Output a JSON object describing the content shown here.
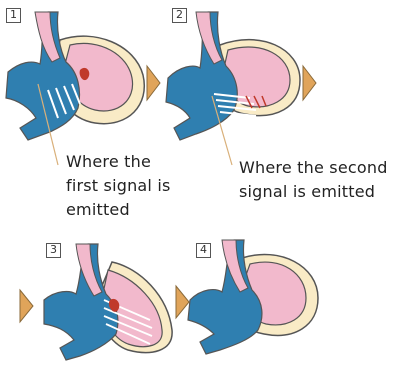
{
  "steps": [
    {
      "number": "1"
    },
    {
      "number": "2"
    },
    {
      "number": "3"
    },
    {
      "number": "4"
    }
  ],
  "captions": {
    "first": [
      "Where the",
      "first signal is",
      "emitted"
    ],
    "second": [
      "Where the second",
      "signal is emitted"
    ]
  },
  "colors": {
    "vessel_blue": "#2f7fb0",
    "heart_pink": "#f2b9cc",
    "wall_beige": "#f9ebc6",
    "arrow_orange": "#e0a45a",
    "signal_red": "#c0392b",
    "outline": "#555555"
  }
}
